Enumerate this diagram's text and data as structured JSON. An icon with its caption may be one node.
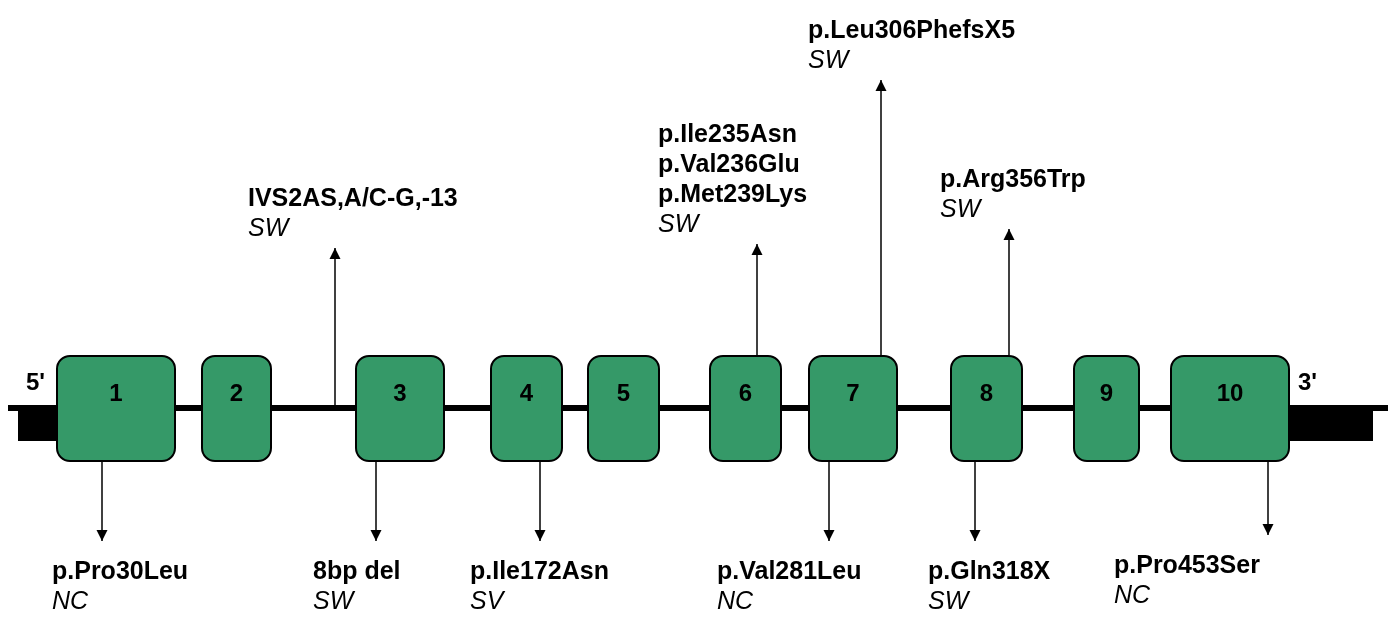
{
  "diagram": {
    "nodes": [
      {
        "text": [
          "1"
        ]
      },
      {
        "text": [
          "2"
        ]
      },
      {
        "text": [
          "3"
        ]
      },
      {
        "text": [
          "4"
        ]
      },
      {
        "text": [
          "5"
        ]
      },
      {
        "text": [
          "6"
        ]
      },
      {
        "text": [
          "7"
        ]
      },
      {
        "text": [
          "8"
        ]
      },
      {
        "text": [
          "9"
        ]
      },
      {
        "text": [
          "10"
        ]
      },
      {
        "text": [
          "IVS2AS,A/C-G,-13",
          "SW"
        ]
      },
      {
        "text": [
          "p.Ile235Asn",
          "p.Val236Glu",
          "p.Met239Lys",
          "SW"
        ]
      },
      {
        "text": [
          "p.Leu306PhefsX5",
          "SW"
        ]
      },
      {
        "text": [
          "p.Arg356Trp",
          "SW"
        ]
      },
      {
        "text": [
          "p.Pro30Leu",
          "NC"
        ]
      },
      {
        "text": [
          "8bp del",
          "SW"
        ]
      },
      {
        "text": [
          "p.Ile172Asn",
          "SV"
        ]
      },
      {
        "text": [
          "p.Val281Leu",
          "NC"
        ]
      },
      {
        "text": [
          "p.Gln318X",
          "SW"
        ]
      },
      {
        "text": [
          "p.Pro453Ser",
          "NC"
        ]
      },
      {
        "text": [],
        "shape": "bar"
      }
    ],
    "edges": [
      {
        "from": 20,
        "to": 10,
        "arrow": "to"
      },
      {
        "from": 5,
        "to": 11,
        "arrow": "to"
      },
      {
        "from": 6,
        "to": 12,
        "arrow": "to"
      },
      {
        "from": 7,
        "to": 13,
        "arrow": "to"
      },
      {
        "from": 0,
        "to": 14,
        "arrow": "to"
      },
      {
        "from": 2,
        "to": 15,
        "arrow": "to"
      },
      {
        "from": 3,
        "to": 16,
        "arrow": "to"
      },
      {
        "from": 6,
        "to": 17,
        "arrow": "to"
      },
      {
        "from": 7,
        "to": 18,
        "arrow": "to"
      },
      {
        "from": 9,
        "to": 19,
        "arrow": "to"
      }
    ],
    "labels": [
      "5'",
      "3'"
    ]
  }
}
